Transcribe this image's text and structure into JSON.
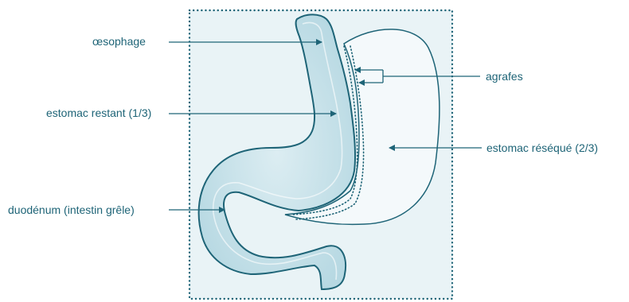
{
  "labels": {
    "oesophagus": "œsophage",
    "remaining_stomach": "estomac restant (1/3)",
    "duodenum": "duodénum (intestin grêle)",
    "staples": "agrafes",
    "resected_stomach": "estomac réséqué (2/3)"
  },
  "colors": {
    "frame_dots": "#1e6477",
    "panel_fill": "#e9f3f6",
    "organ_outline": "#1e6477",
    "organ_fill": "#c7e2ea",
    "resected_fill": "#f4f9fb",
    "text": "#1e6477"
  }
}
